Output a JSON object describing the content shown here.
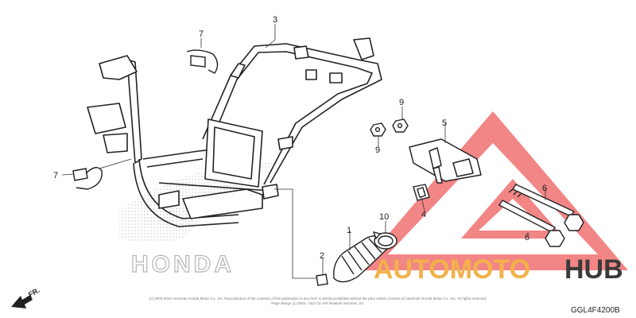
{
  "diagram": {
    "callouts": [
      {
        "number": "7"
      },
      {
        "number": "3"
      },
      {
        "number": "7"
      },
      {
        "number": "9"
      },
      {
        "number": "5"
      },
      {
        "number": "9"
      },
      {
        "number": "6"
      },
      {
        "number": "4"
      },
      {
        "number": "10"
      },
      {
        "number": "1"
      },
      {
        "number": "2"
      },
      {
        "number": "6"
      }
    ],
    "watermark_brand": "HONDA",
    "direction_label": "FR.",
    "diagram_code": "GGL4F4200B",
    "copyright_lines": [
      "(c) 2003-2015 American Honda Motor Co., Inc. Reproduction of the contents of this publication in any form is strictly prohibited without the prior written consent of American Honda Motor Co., Inc. All rights reserved.",
      "Page design (c) 2004 - 2017 by ARI Network Services, Inc."
    ]
  },
  "logo": {
    "word_part1": "AUTOMOTO",
    "word_part2": "HUB",
    "color_accent": "#f2b24a",
    "color_dark": "#3a3a3a",
    "color_triangle": "#f07070"
  }
}
